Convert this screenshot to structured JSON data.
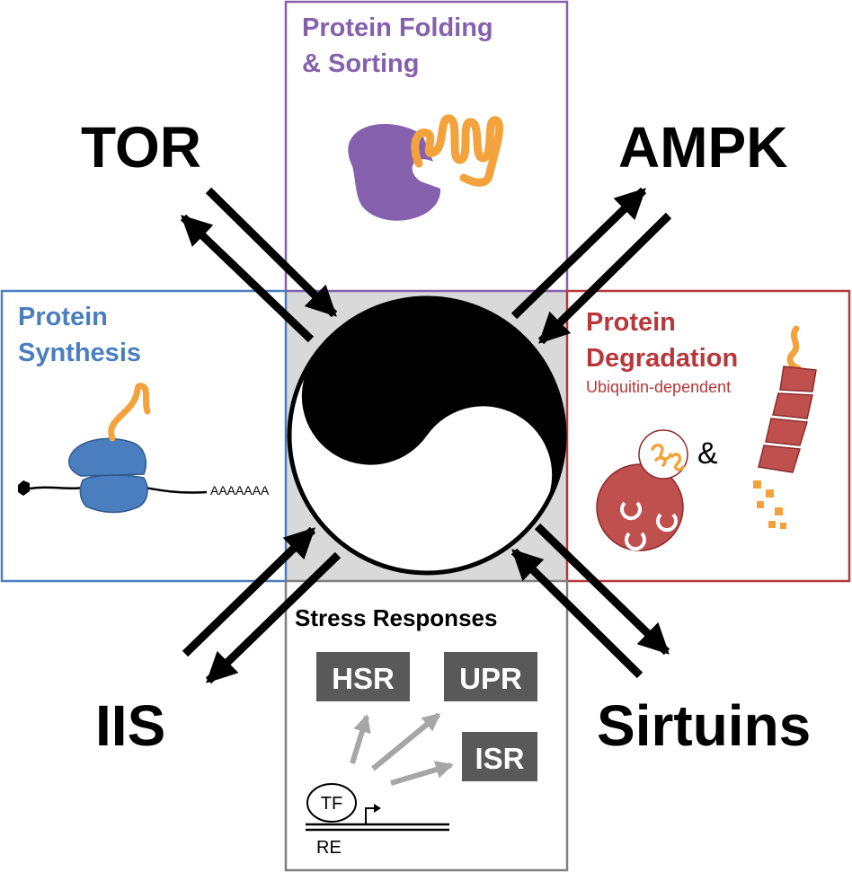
{
  "colors": {
    "synthesis": "#4a7ebf",
    "folding": "#8561ad",
    "degradation": "#b7373b",
    "stress_box": "#808080",
    "center_bg": "#d9d9d9",
    "nascent_chain": "#f4a23c",
    "tag_bg": "#595959"
  },
  "pathways": {
    "tor": "TOR",
    "ampk": "AMPK",
    "iis": "IIS",
    "sirtuins": "Sirtuins"
  },
  "boxes": {
    "folding": {
      "line1": "Protein Folding",
      "line2": "& Sorting"
    },
    "synthesis": {
      "line1": "Protein",
      "line2": "Synthesis",
      "mrna_tail": "AAAAAAA"
    },
    "degradation": {
      "line1": "Protein",
      "line2": "Degradation",
      "subtitle": "Ubiquitin-dependent",
      "ampersand": "&"
    },
    "stress": {
      "title": "Stress Responses",
      "tags": [
        "HSR",
        "UPR",
        "ISR"
      ],
      "tf_label": "TF",
      "re_label": "RE"
    }
  },
  "icons": {
    "center": "yin-yang-icon",
    "folding": "folding-protein-icon",
    "synthesis": "ribosome-icon",
    "lysosome": "lysosome-icon",
    "proteasome": "proteasome-icon"
  }
}
